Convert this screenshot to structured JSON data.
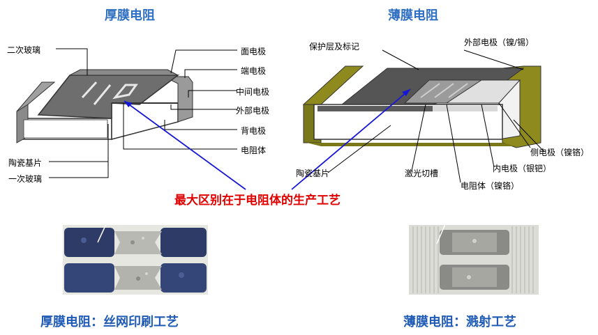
{
  "thick": {
    "title": "厚膜电阻",
    "labels": {
      "secondary_glass": "二次玻璃",
      "top_electrode": "面电极",
      "end_electrode": "端电极",
      "middle_electrode": "中间电极",
      "outer_electrode": "外部电极",
      "back_electrode": "背电极",
      "resistor_body": "电阻体",
      "ceramic_substrate": "陶瓷基片",
      "primary_glass": "一次玻璃"
    },
    "process": "厚膜电阻：丝网印刷工艺"
  },
  "thin": {
    "title": "薄膜电阻",
    "labels": {
      "protective_layer": "保护层及标记",
      "outer_electrode": "外部电极（镍/锡）",
      "side_electrode": "侧电极（镍铬）",
      "inner_electrode": "内电极（银钯）",
      "resistor_body": "电阻体（镍铬）",
      "laser_groove": "激光切槽",
      "ceramic_substrate": "陶瓷基片"
    },
    "process": "薄膜电阻：溅射工艺"
  },
  "key_difference": "最大区别在于电阻体的生产工艺"
}
